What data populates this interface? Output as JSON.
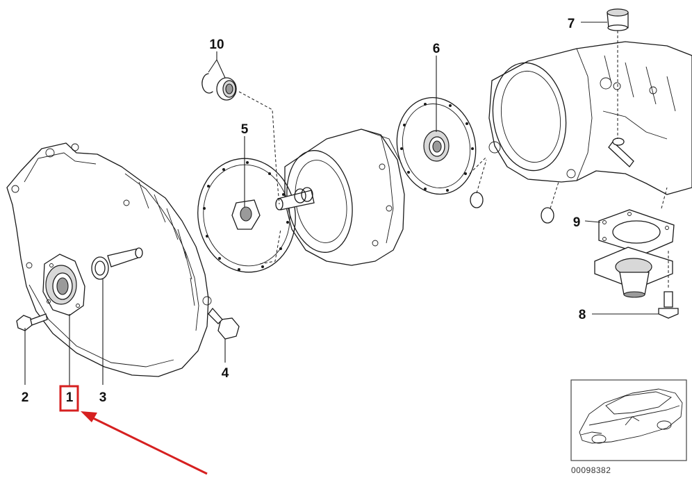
{
  "callouts": {
    "c1": "1",
    "c2": "2",
    "c3": "3",
    "c4": "4",
    "c5": "5",
    "c6": "6",
    "c7": "7",
    "c8": "8",
    "c9": "9",
    "c10": "10"
  },
  "thumbnail": {
    "reference_number": "00098382"
  },
  "highlight": {
    "box_color": "#d62020",
    "arrow_color": "#d62020"
  }
}
